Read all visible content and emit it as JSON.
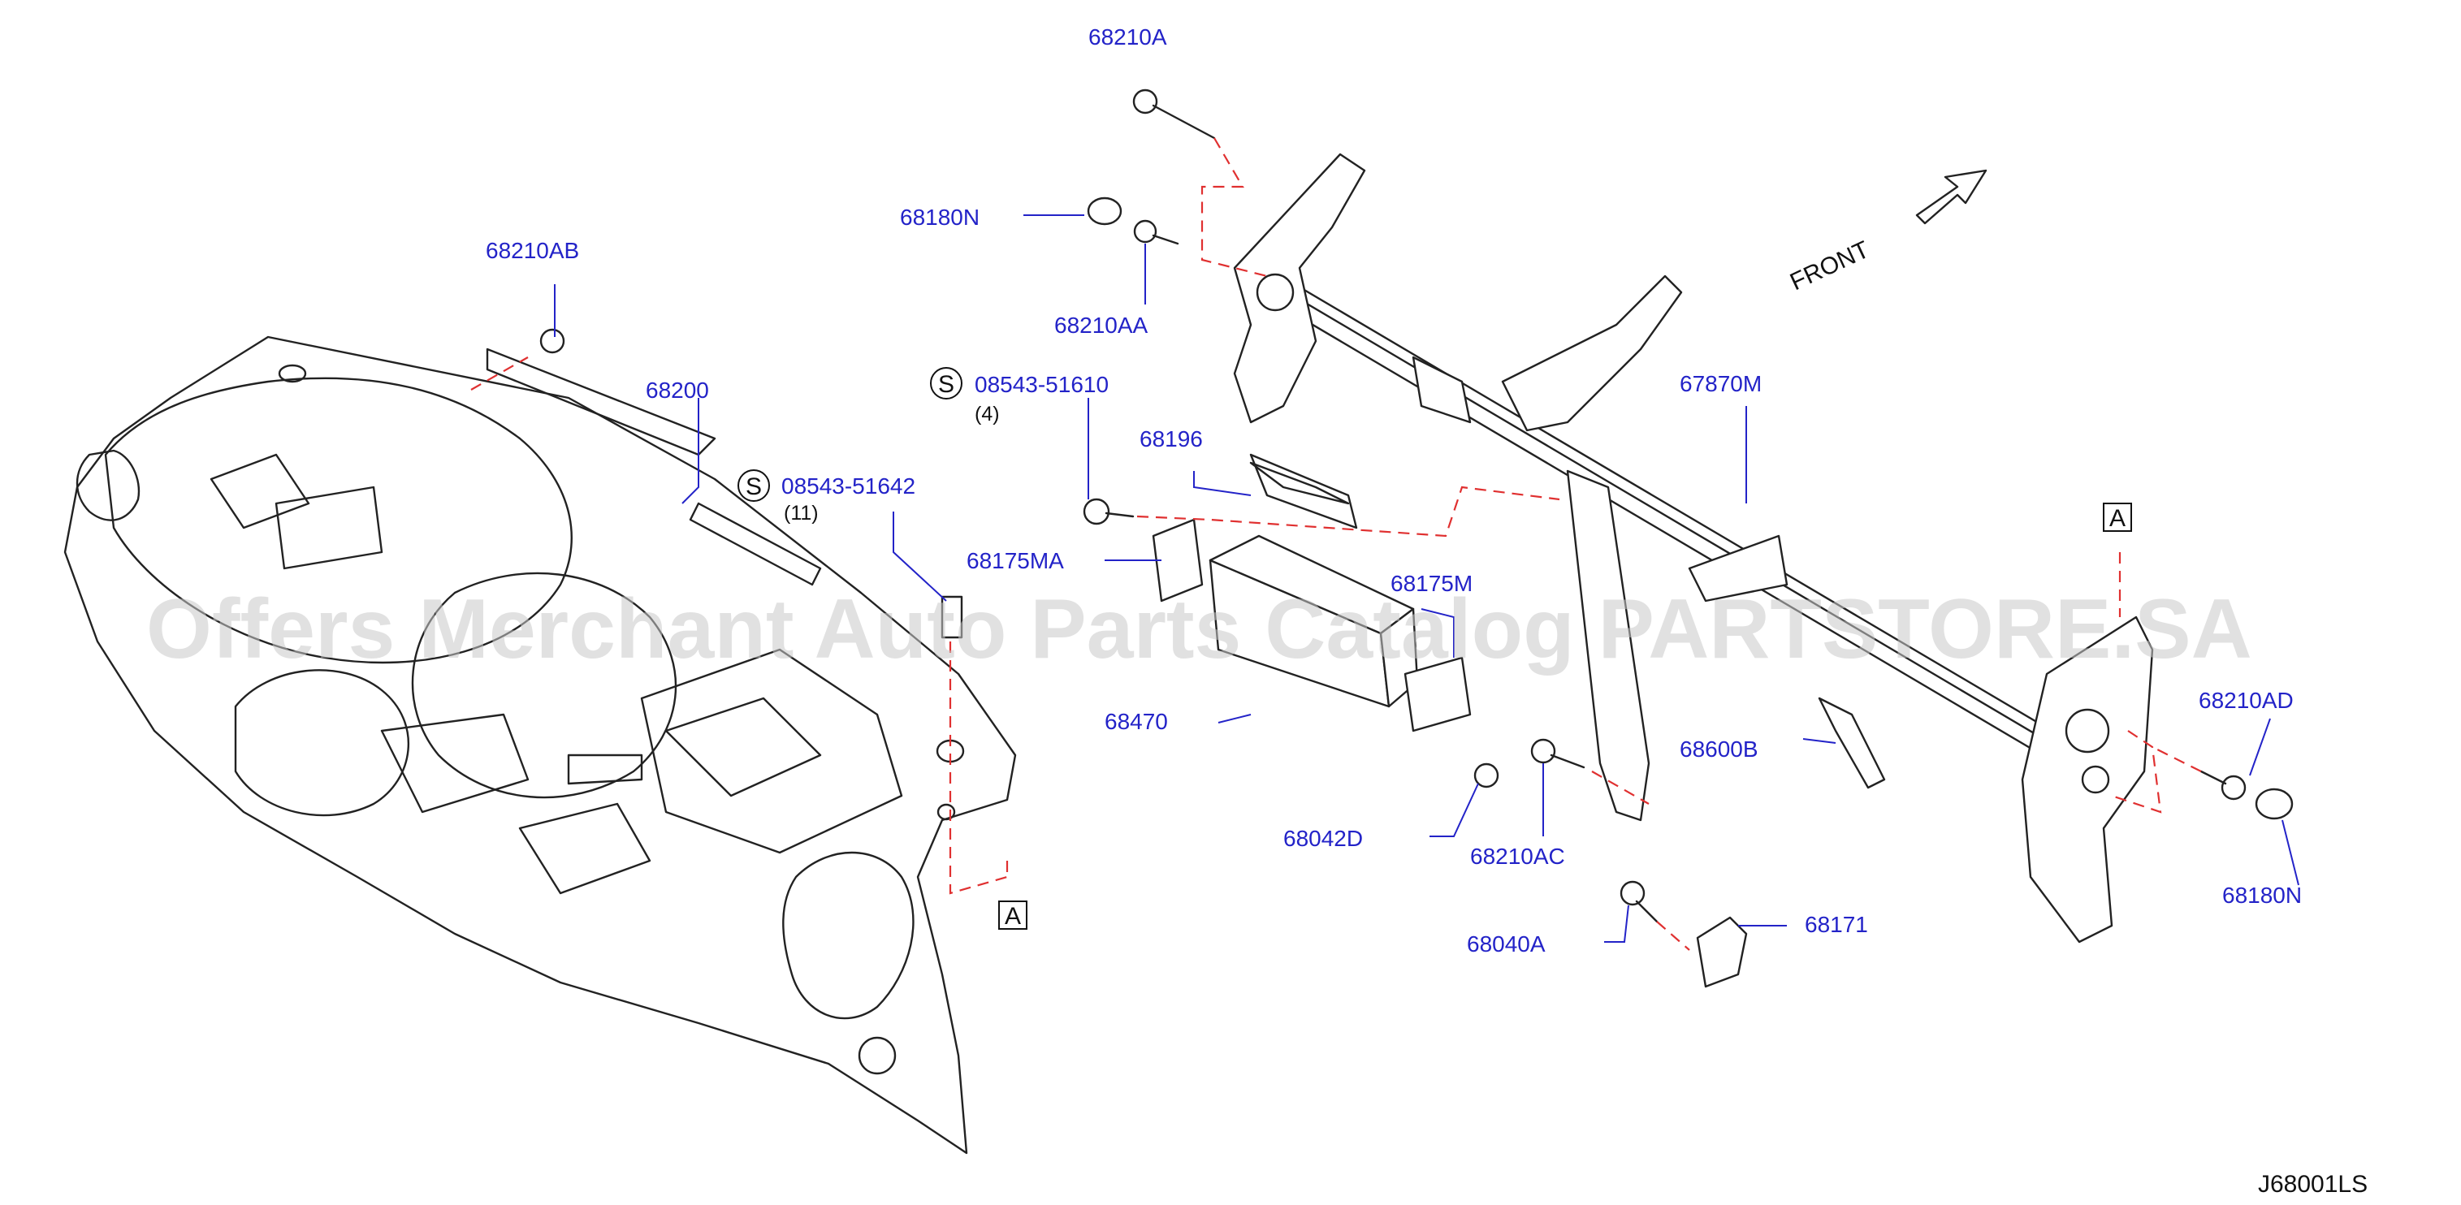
{
  "diagram_code": "J68001LS",
  "watermark": "Offers Merchant Auto Parts Catalog PARTSTORE.SA",
  "front_label": "FRONT",
  "ref_marker": "A",
  "std_symbol": "S",
  "colors": {
    "label": "#2323c8",
    "dash": "#e03030",
    "line": "#222222"
  },
  "labels": {
    "p68210A": "68210A",
    "p68180N_top": "68180N",
    "p68210AA": "68210AA",
    "p68210AB": "68210AB",
    "p68200": "68200",
    "p08543_51610": "08543-51610",
    "p08543_51610_qty": "(4)",
    "p08543_51642": "08543-51642",
    "p08543_51642_qty": "(11)",
    "p68196": "68196",
    "p68175MA": "68175MA",
    "p68175M": "68175M",
    "p68470": "68470",
    "p67870M": "67870M",
    "p68600B": "68600B",
    "p68042D": "68042D",
    "p68210AC": "68210AC",
    "p68040A": "68040A",
    "p68171": "68171",
    "p68210AD": "68210AD",
    "p68180N_bottom": "68180N"
  }
}
